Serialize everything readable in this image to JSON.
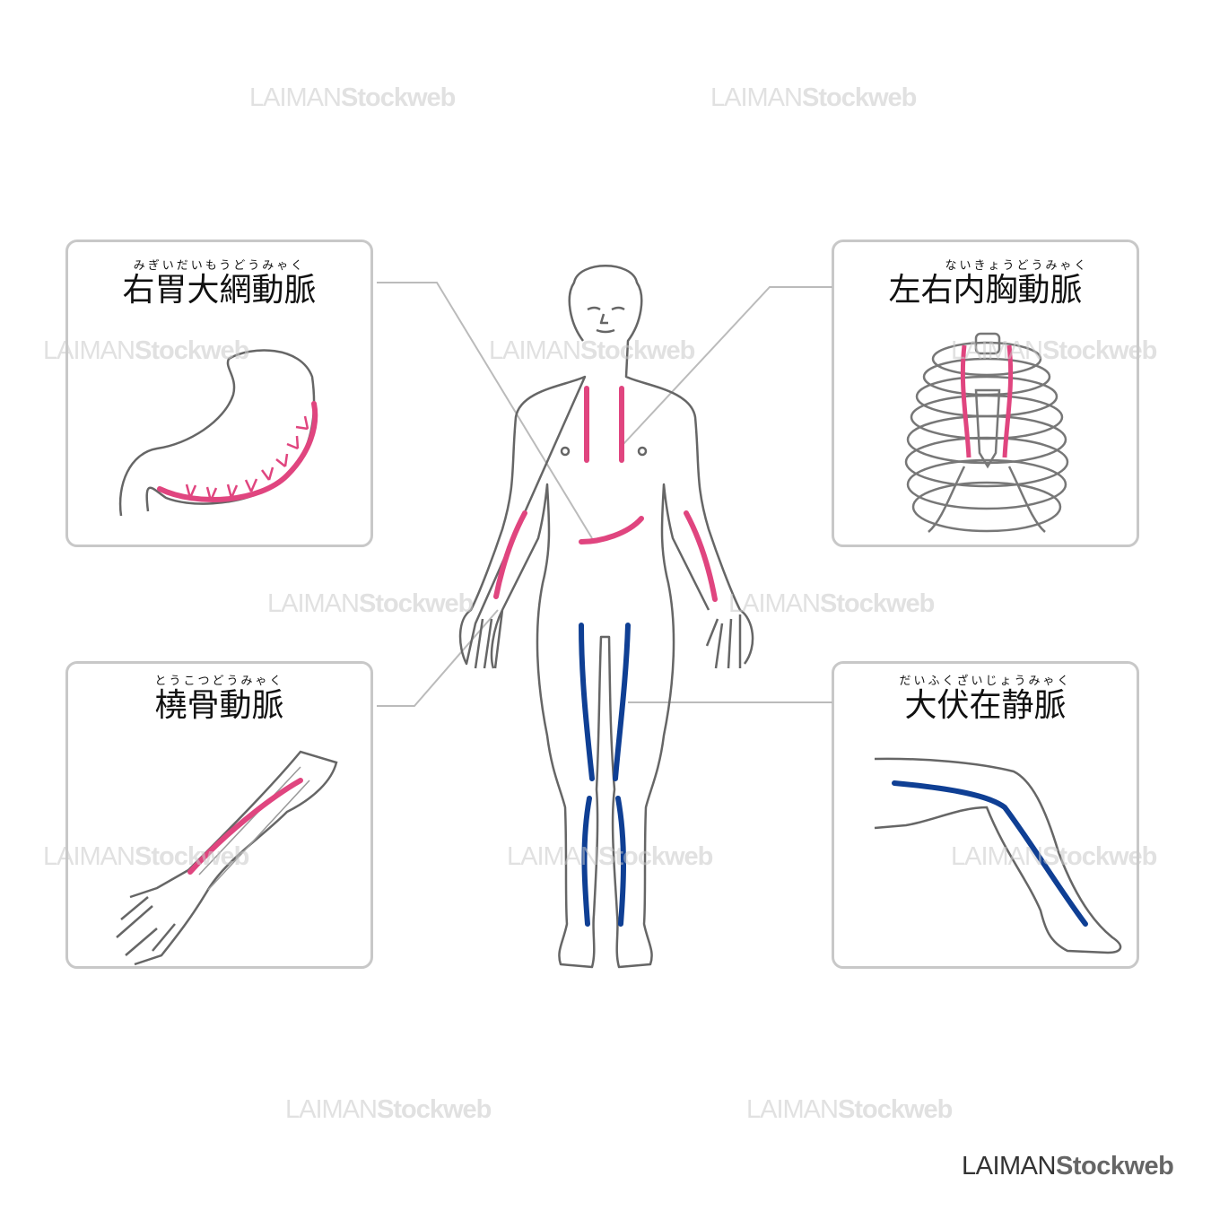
{
  "panels": [
    {
      "id": "right-gastroepiploic-artery",
      "ruby": "みぎいだいもうどうみゃく",
      "title": "右胃大網動脈"
    },
    {
      "id": "internal-thoracic-artery",
      "ruby": "ないきょうどうみゃく",
      "title": "左右内胸動脈"
    },
    {
      "id": "radial-artery",
      "ruby": "とうこつどうみゃく",
      "title": "橈骨動脈"
    },
    {
      "id": "great-saphenous-vein",
      "ruby": "だいふくざいじょうみゃく",
      "title": "大伏在静脈"
    }
  ],
  "colors": {
    "artery": "#e0457f",
    "vein": "#0f3f94",
    "outline": "#666666",
    "box": "#c8c8c8",
    "connector": "#bbbbbb"
  },
  "watermark": {
    "part1": "LAIMAN",
    "part2": "Stockweb"
  },
  "logo": {
    "part1": "LAIMAN",
    "part2": "Stockweb"
  }
}
